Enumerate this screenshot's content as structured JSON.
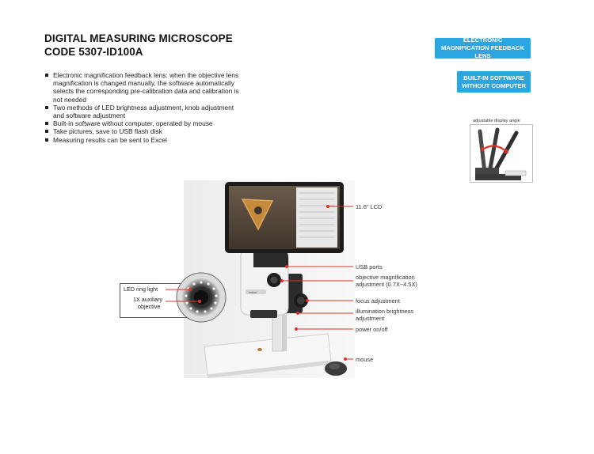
{
  "header": {
    "title_line1": "DIGITAL MEASURING MICROSCOPE",
    "title_line2": "CODE 5307-ID100A"
  },
  "features": [
    "Electronic magnification feedback lens: when the objective lens magnification is changed manually, the software automatically selects the corresponding pre-calibration data and calibration is not needed",
    "Two methods of LED brightness adjustment, knob adjustment and software adjustment",
    "Built-in software without computer, operated by mouse",
    "Take pictures, save to USB flash disk",
    "Measuring results can be sent to Excel"
  ],
  "badges": {
    "magnification_lens": "ELECTRONIC MAGNIFICATION FEEDBACK LENS",
    "builtin_software": "BUILT-IN SOFTWARE WITHOUT COMPUTER"
  },
  "angle_caption": "adjustable display angle",
  "callouts": {
    "lcd": "11.6\" LCD",
    "usb": "USB ports",
    "objective_line1": "objective magnification",
    "objective_line2": "adjustment (0.7X~4.5X)",
    "focus": "focus adjustment",
    "illum_line1": "illumination brightness",
    "illum_line2": "adjustment",
    "power": "power on/off",
    "mouse": "mouse"
  },
  "inset": {
    "led": "LED ring light",
    "aux_line1": "1X auxiliary",
    "aux_line2": "objective"
  },
  "colors": {
    "badge": "#2aa7e3",
    "callout_line": "#d9342b",
    "body_white": "#f3f3f3",
    "body_dark": "#2c2c2c"
  }
}
